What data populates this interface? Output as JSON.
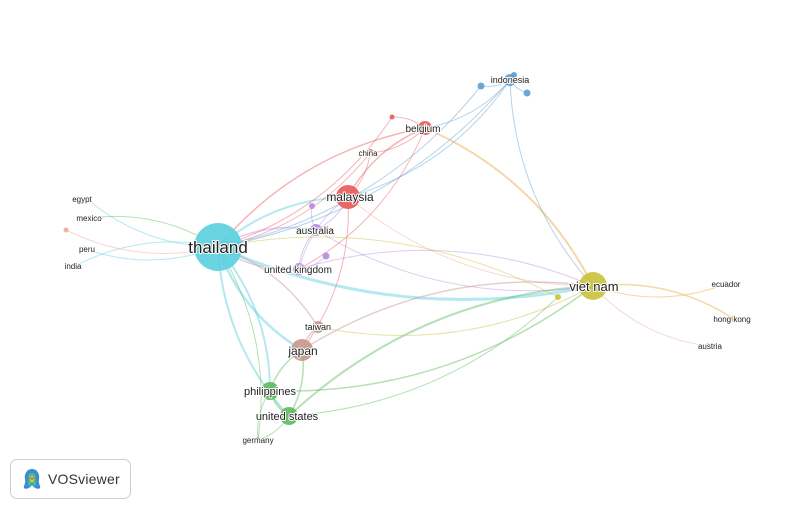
{
  "app": {
    "brand": "VOSviewer",
    "logo_icon": "vosviewer-logo-icon"
  },
  "colors": {
    "cyan": "#5bcfe0",
    "red": "#e8585a",
    "blue": "#5b9fd6",
    "purple": "#b58be0",
    "brown": "#c4978c",
    "green": "#5cba5c",
    "yellow": "#c9c23a",
    "orange": "#e9a63c",
    "pink": "#e7a3c6",
    "salmon": "#f0a898",
    "darkgreen": "#2e8b57",
    "navy": "#2f5f8f"
  },
  "network": {
    "nodes": [
      {
        "id": "thailand",
        "label": "thailand",
        "size": 24,
        "color": "cyan"
      },
      {
        "id": "vietnam",
        "label": "viet nam",
        "size": 14,
        "color": "yellow"
      },
      {
        "id": "malaysia",
        "label": "malaysia",
        "size": 12,
        "color": "red"
      },
      {
        "id": "japan",
        "label": "japan",
        "size": 11,
        "color": "brown"
      },
      {
        "id": "belgium",
        "label": "belgium",
        "size": 7,
        "color": "red"
      },
      {
        "id": "indonesia",
        "label": "indonesia",
        "size": 6,
        "color": "blue"
      },
      {
        "id": "australia",
        "label": "australia",
        "size": 6,
        "color": "purple"
      },
      {
        "id": "uk",
        "label": "united kingdom",
        "size": 6,
        "color": "purple"
      },
      {
        "id": "philippines",
        "label": "philippines",
        "size": 9,
        "color": "green"
      },
      {
        "id": "us",
        "label": "united states",
        "size": 9,
        "color": "green"
      },
      {
        "id": "taiwan",
        "label": "taiwan",
        "size": 6,
        "color": "brown"
      },
      {
        "id": "china",
        "label": "china",
        "size": 4,
        "color": "red"
      },
      {
        "id": "egypt",
        "label": "egypt",
        "size": 2.5,
        "color": "cyan"
      },
      {
        "id": "mexico",
        "label": "mexico",
        "size": 2.5,
        "color": "green"
      },
      {
        "id": "peru",
        "label": "peru",
        "size": 2.5,
        "color": "navy"
      },
      {
        "id": "india",
        "label": "india",
        "size": 2.5,
        "color": "navy"
      },
      {
        "id": "germany",
        "label": "germany",
        "size": 3,
        "color": "darkgreen"
      },
      {
        "id": "ecuador",
        "label": "ecuador",
        "size": 3,
        "color": "orange"
      },
      {
        "id": "hongkong",
        "label": "hong kong",
        "size": 3,
        "color": "orange"
      },
      {
        "id": "austria",
        "label": "austria",
        "size": 3,
        "color": "pink"
      },
      {
        "id": "sm_red",
        "label": "",
        "size": 2.5,
        "color": "red"
      },
      {
        "id": "sm_salmon",
        "label": "",
        "size": 2.5,
        "color": "salmon"
      },
      {
        "id": "sm_blue1",
        "label": "",
        "size": 3.5,
        "color": "blue"
      },
      {
        "id": "sm_blue2",
        "label": "",
        "size": 3.5,
        "color": "blue"
      },
      {
        "id": "sm_blue3",
        "label": "",
        "size": 3,
        "color": "blue"
      },
      {
        "id": "sm_purple1",
        "label": "",
        "size": 3,
        "color": "purple"
      },
      {
        "id": "sm_purple2",
        "label": "",
        "size": 3.5,
        "color": "purple"
      },
      {
        "id": "sm_yellow",
        "label": "",
        "size": 3,
        "color": "yellow"
      }
    ],
    "edges": [
      [
        "thailand",
        "vietnam",
        3,
        "cyan"
      ],
      [
        "thailand",
        "malaysia",
        2,
        "cyan"
      ],
      [
        "thailand",
        "japan",
        2.5,
        "cyan"
      ],
      [
        "thailand",
        "philippines",
        2,
        "cyan"
      ],
      [
        "thailand",
        "us",
        2,
        "cyan"
      ],
      [
        "thailand",
        "belgium",
        1.5,
        "red"
      ],
      [
        "thailand",
        "indonesia",
        1,
        "blue"
      ],
      [
        "thailand",
        "australia",
        1.5,
        "purple"
      ],
      [
        "thailand",
        "uk",
        1.5,
        "purple"
      ],
      [
        "thailand",
        "taiwan",
        1.5,
        "brown"
      ],
      [
        "thailand",
        "china",
        1,
        "red"
      ],
      [
        "thailand",
        "egypt",
        1,
        "cyan"
      ],
      [
        "thailand",
        "mexico",
        1,
        "green"
      ],
      [
        "thailand",
        "peru",
        1,
        "cyan"
      ],
      [
        "thailand",
        "india",
        1,
        "cyan"
      ],
      [
        "thailand",
        "germany",
        1,
        "green"
      ],
      [
        "thailand",
        "sm_red",
        1,
        "red"
      ],
      [
        "thailand",
        "sm_salmon",
        1,
        "salmon"
      ],
      [
        "thailand",
        "sm_blue1",
        1,
        "blue"
      ],
      [
        "vietnam",
        "malaysia",
        1,
        "salmon"
      ],
      [
        "vietnam",
        "belgium",
        2,
        "orange"
      ],
      [
        "vietnam",
        "indonesia",
        1,
        "blue"
      ],
      [
        "vietnam",
        "japan",
        1.5,
        "brown"
      ],
      [
        "vietnam",
        "philippines",
        1.5,
        "green"
      ],
      [
        "vietnam",
        "us",
        2,
        "green"
      ],
      [
        "vietnam",
        "taiwan",
        1,
        "yellow"
      ],
      [
        "vietnam",
        "ecuador",
        1,
        "orange"
      ],
      [
        "vietnam",
        "hongkong",
        1.5,
        "orange"
      ],
      [
        "vietnam",
        "austria",
        1,
        "pink"
      ],
      [
        "vietnam",
        "australia",
        1,
        "purple"
      ],
      [
        "vietnam",
        "uk",
        1,
        "purple"
      ],
      [
        "malaysia",
        "belgium",
        1.5,
        "red"
      ],
      [
        "malaysia",
        "china",
        1,
        "red"
      ],
      [
        "malaysia",
        "japan",
        1,
        "red"
      ],
      [
        "malaysia",
        "indonesia",
        1,
        "blue"
      ],
      [
        "malaysia",
        "australia",
        1,
        "purple"
      ],
      [
        "malaysia",
        "uk",
        1,
        "purple"
      ],
      [
        "belgium",
        "china",
        1,
        "red"
      ],
      [
        "belgium",
        "sm_red",
        1,
        "red"
      ],
      [
        "belgium",
        "uk",
        1,
        "red"
      ],
      [
        "belgium",
        "indonesia",
        1,
        "blue"
      ],
      [
        "indonesia",
        "sm_blue1",
        1,
        "blue"
      ],
      [
        "indonesia",
        "sm_blue2",
        1,
        "blue"
      ],
      [
        "indonesia",
        "sm_blue3",
        1,
        "blue"
      ],
      [
        "australia",
        "uk",
        1,
        "purple"
      ],
      [
        "australia",
        "sm_purple1",
        1,
        "purple"
      ],
      [
        "uk",
        "sm_purple2",
        1,
        "purple"
      ],
      [
        "japan",
        "taiwan",
        1.5,
        "brown"
      ],
      [
        "japan",
        "philippines",
        1.5,
        "green"
      ],
      [
        "japan",
        "us",
        1.5,
        "green"
      ],
      [
        "philippines",
        "us",
        2,
        "green"
      ],
      [
        "us",
        "germany",
        1,
        "green"
      ],
      [
        "philippines",
        "germany",
        1,
        "green"
      ],
      [
        "sm_yellow",
        "us",
        1,
        "green"
      ],
      [
        "sm_yellow",
        "thailand",
        1,
        "yellow"
      ]
    ]
  }
}
